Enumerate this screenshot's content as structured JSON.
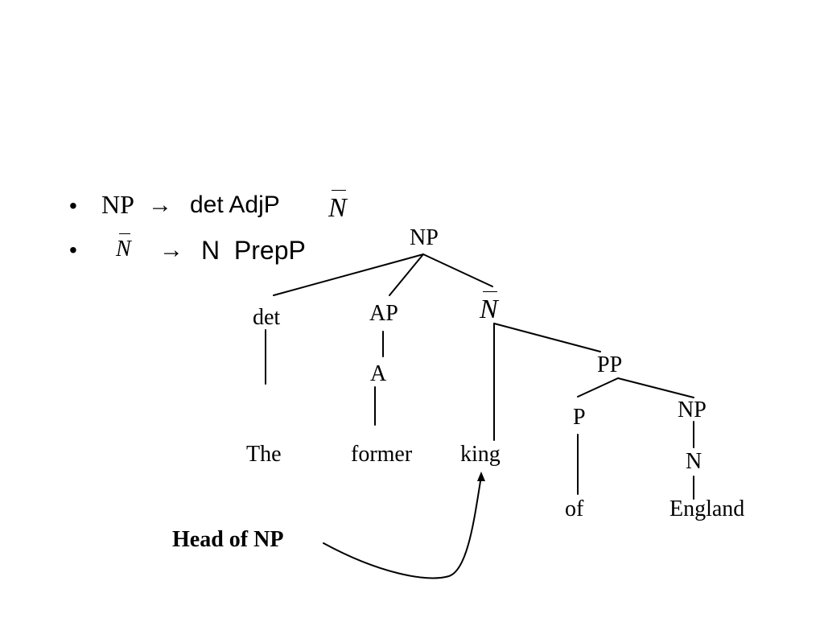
{
  "bullets": [
    {
      "marker": "•",
      "lhs": "NP",
      "arrow": "→",
      "rhs_text": "det AdjP",
      "rhs_symbol": "N"
    },
    {
      "marker": "•",
      "lhs_symbol": "N",
      "arrow": "→",
      "rhs_text": "N  PrepP"
    }
  ],
  "tree": {
    "root": "NP",
    "det": "det",
    "ap": "AP",
    "nbar": "N",
    "a": "A",
    "pp": "PP",
    "p": "P",
    "np2": "NP",
    "n": "N"
  },
  "words": {
    "the": "The",
    "former": "former",
    "king": "king",
    "of": "of",
    "england": "England"
  },
  "annotation": {
    "head_label": "Head of NP"
  }
}
